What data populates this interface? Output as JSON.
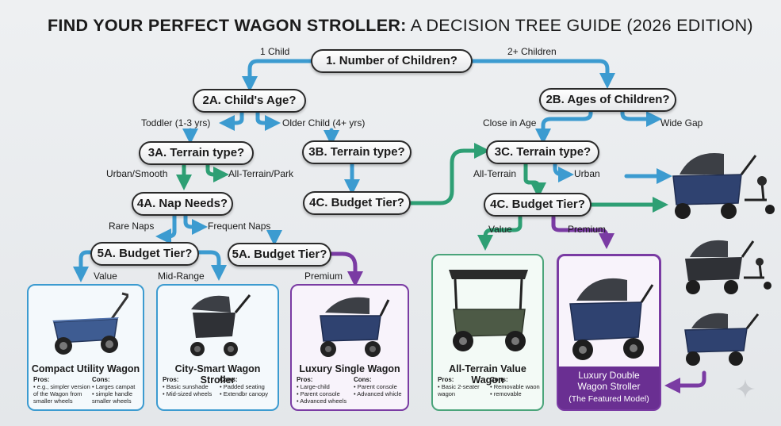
{
  "title": {
    "bold": "FIND YOUR PERFECT WAGON STROLLER:",
    "rest": " A DECISION TREE GUIDE (2026 EDITION)"
  },
  "nodes": {
    "n1": "1. Number of Children?",
    "n2a": "2A. Child's Age?",
    "n2b": "2B. Ages of Children?",
    "n3a": "3A. Terrain type?",
    "n3b": "3B. Terrain type?",
    "n3c": "3C. Terrain type?",
    "n4a": "4A. Nap Needs?",
    "n4c_left": "4C. Budget Tier?",
    "n4c_right": "4C. Budget Tier?",
    "n5a_left": "5A. Budget Tier?",
    "n5a_right": "5A. Budget Tier?"
  },
  "labels": {
    "one_child": "1 Child",
    "two_plus": "2+ Children",
    "toddler": "Toddler (1-3 yrs)",
    "older": "Older Child (4+ yrs)",
    "close_age": "Close in Age",
    "wide_gap": "Wide Gap",
    "urban_smooth": "Urban/Smooth",
    "all_terrain_park": "All-Terrain/Park",
    "all_terrain": "All-Terrain",
    "urban": "Urban",
    "rare_naps": "Rare Naps",
    "frequent_naps": "Frequent Naps",
    "value_left": "Value",
    "mid_range": "Mid-Range",
    "premium_left": "Premium",
    "value_right": "Value",
    "premium_right": "Premium"
  },
  "products": [
    {
      "name": "Compact Utility Wagon",
      "pros_title": "Pros:",
      "pros": [
        "• e.g., simpler version",
        "of the Wagon from",
        "smaller wheels"
      ],
      "cons_title": "Cons:",
      "cons": [
        "• Larges campat",
        "• simple handle",
        "  smaller wheels"
      ]
    },
    {
      "name": "City-Smart Wagon Stroller",
      "pros_title": "Pros:",
      "pros": [
        "• Basic sunshade",
        "• Mid-sized wheels"
      ],
      "cons_title": "Cons:",
      "cons": [
        "• Padded seating",
        "• Extendbr canopy"
      ]
    },
    {
      "name": "Luxury Single Wagon",
      "pros_title": "Pros:",
      "pros": [
        "• Large-child",
        "• Parent console",
        "• Advanced wheels"
      ],
      "cons_title": "Cons:",
      "cons": [
        "• Parent console",
        "• Advanced whicle"
      ]
    },
    {
      "name": "All-Terrain Value Wagon",
      "pros_title": "Pros:",
      "pros": [
        "• Basic 2-seater",
        "  wagon"
      ],
      "cons_title": "Cons:",
      "cons": [
        "• Removable waon",
        "• removable"
      ]
    }
  ],
  "featured": {
    "name_line1": "Luxury Double",
    "name_line2": "Wagon Stroller",
    "subtitle": "(The Featured Model)"
  },
  "colors": {
    "blue": "#3c9bd0",
    "green": "#2e9f74",
    "purple": "#7a3ba3",
    "dark": "#2a2a2a"
  }
}
